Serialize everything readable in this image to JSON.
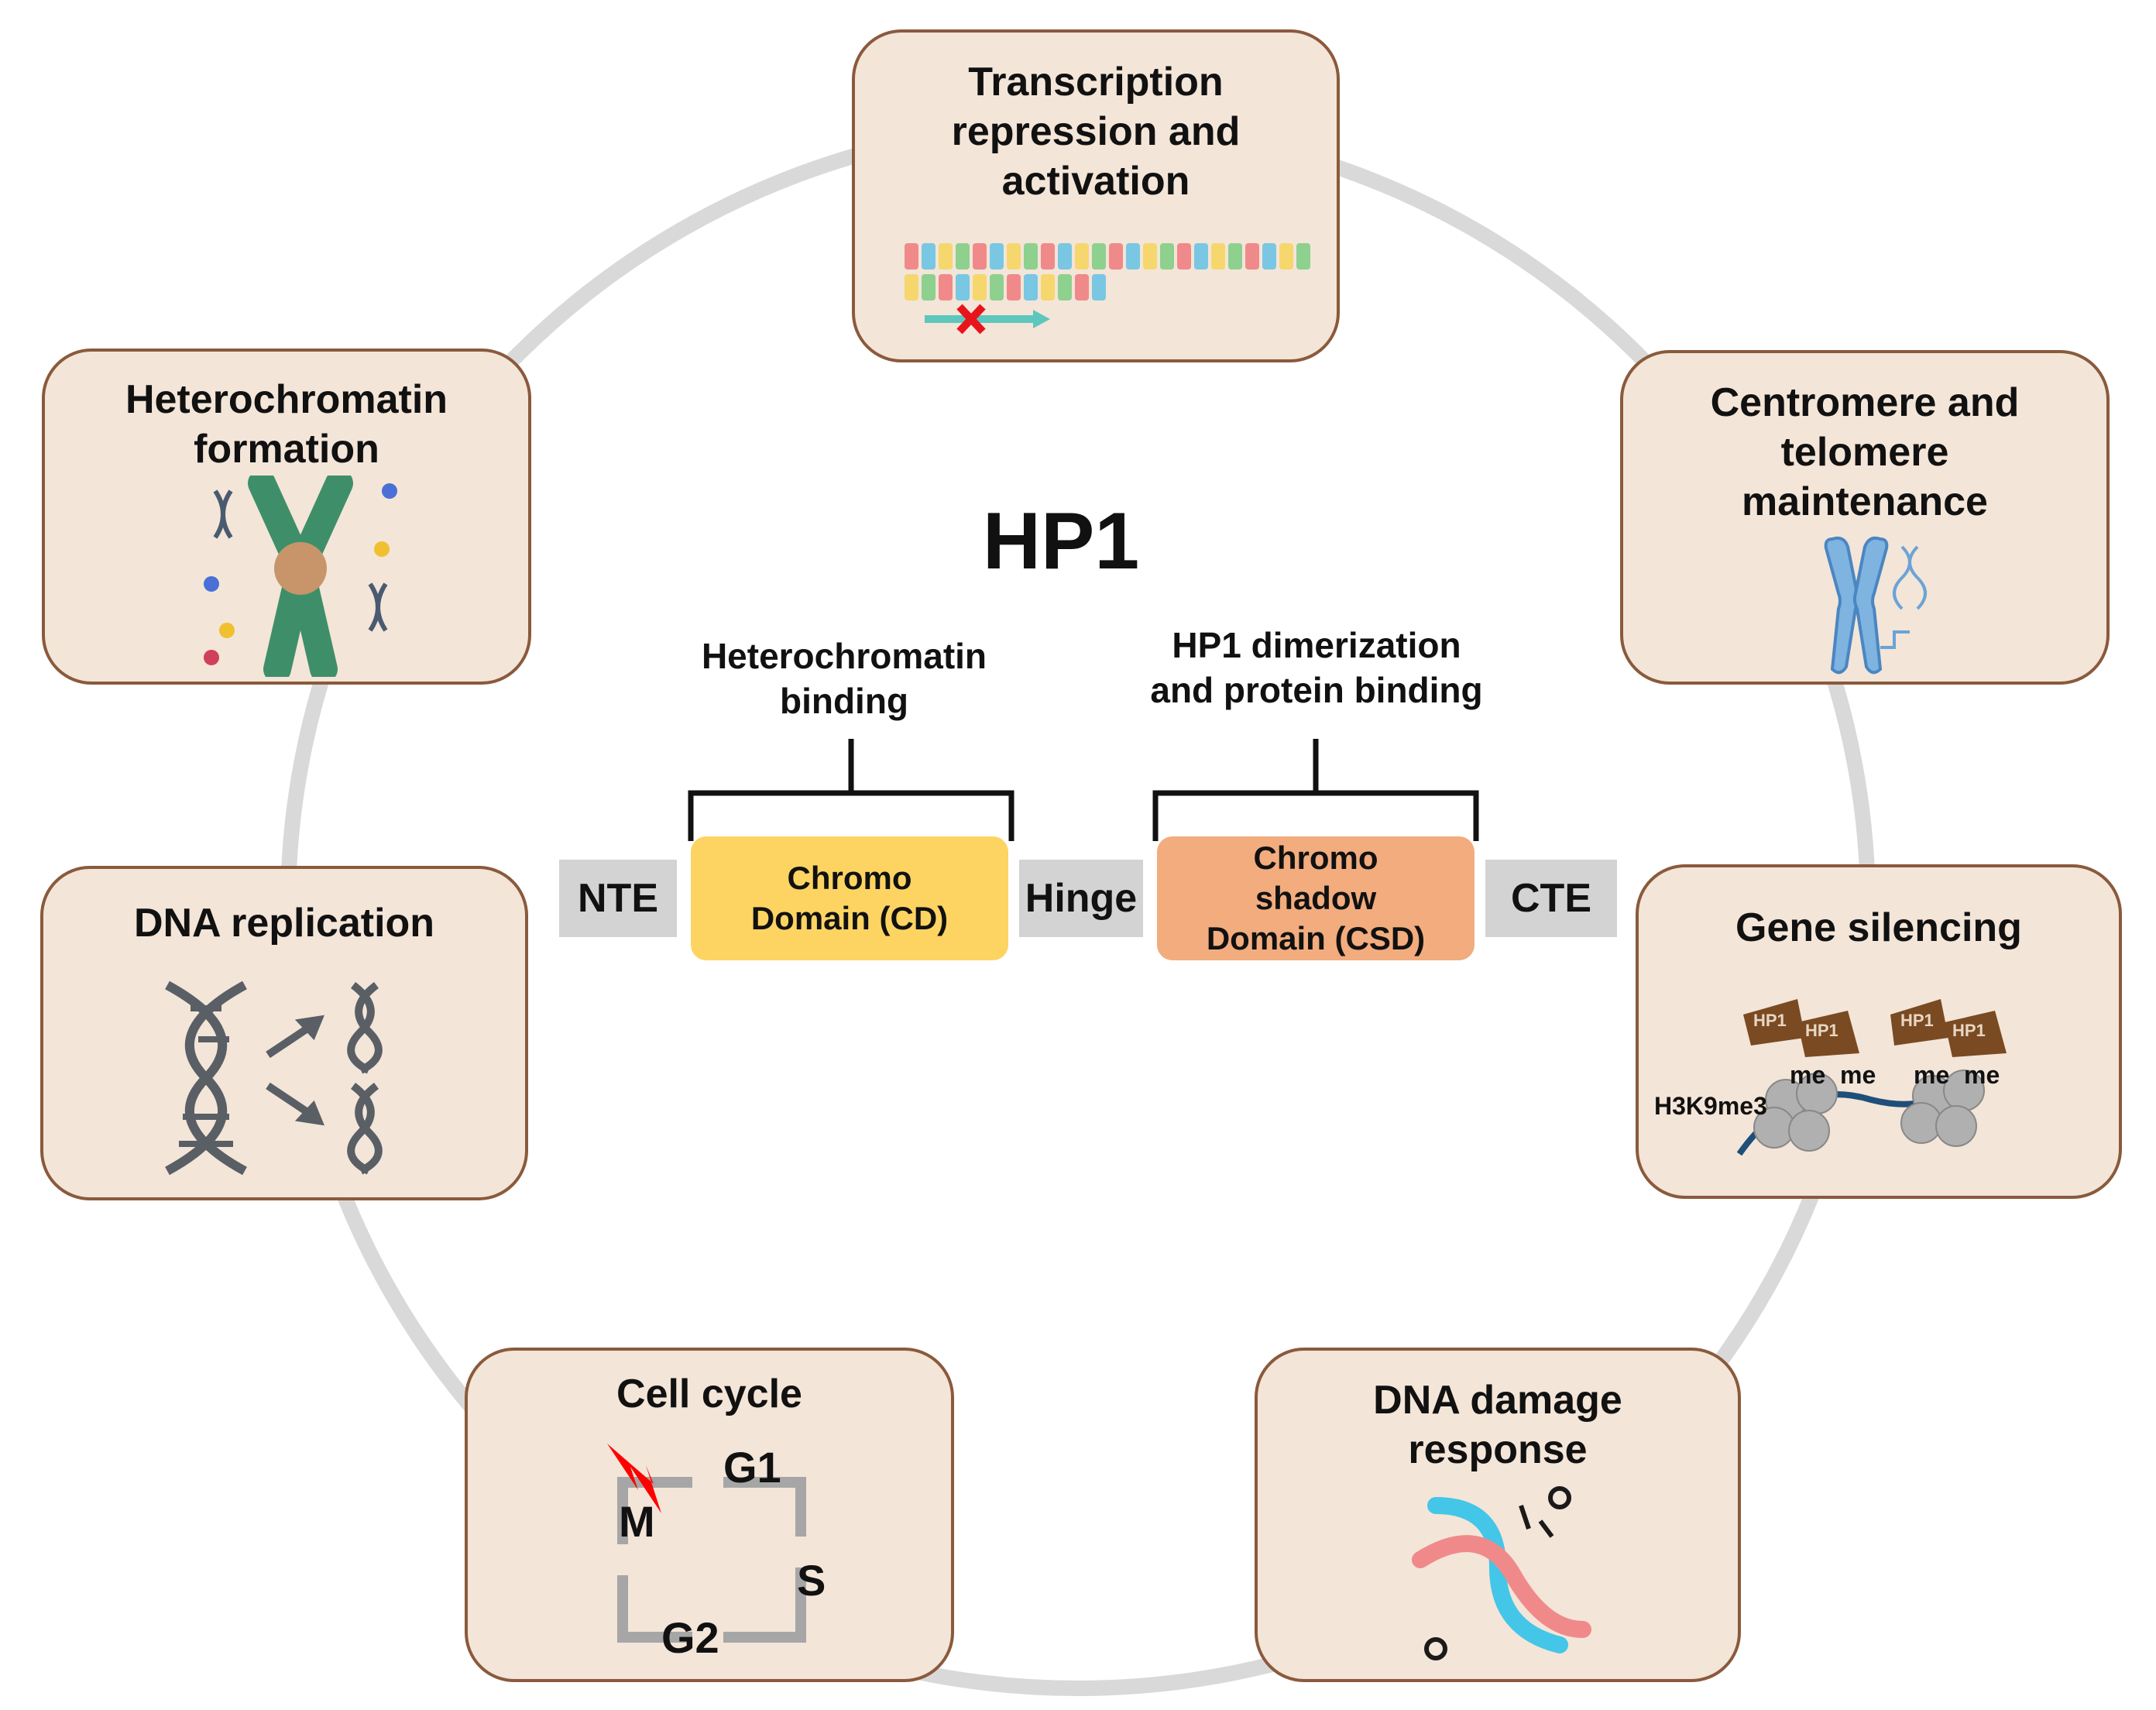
{
  "center": {
    "title": "HP1"
  },
  "domain_structure": {
    "annotations": {
      "left": "Heterochromatin\nbinding",
      "right": "HP1 dimerization\nand protein binding"
    },
    "segments": {
      "nte": "NTE",
      "cd": "Chromo\nDomain (CD)",
      "hinge": "Hinge",
      "csd": "Chromo\nshadow\nDomain (CSD)",
      "cte": "CTE"
    }
  },
  "cards": {
    "transcription": {
      "title": "Transcription\nrepression and\nactivation"
    },
    "centromere": {
      "title": "Centromere and\ntelomere\nmaintenance"
    },
    "gene_silencing": {
      "title": "Gene silencing",
      "hp1_label": "HP1",
      "me_label": "me",
      "histone_mark": "H3K9me3"
    },
    "dna_damage": {
      "title": "DNA damage\nresponse"
    },
    "cell_cycle": {
      "title": "Cell cycle",
      "phases": {
        "g1": "G1",
        "s": "S",
        "g2": "G2",
        "m": "M"
      }
    },
    "dna_replication": {
      "title": "DNA replication"
    },
    "heterochromatin": {
      "title": "Heterochromatin\nformation"
    }
  },
  "colors": {
    "card_fill": "#f3e5d8",
    "card_border": "#8a5a3c",
    "ring": "#d9d9d9",
    "cd": "#fdd462",
    "csd": "#f2ac7e",
    "grey_segment": "#d3d3d3",
    "lightning": "#ff0000"
  }
}
